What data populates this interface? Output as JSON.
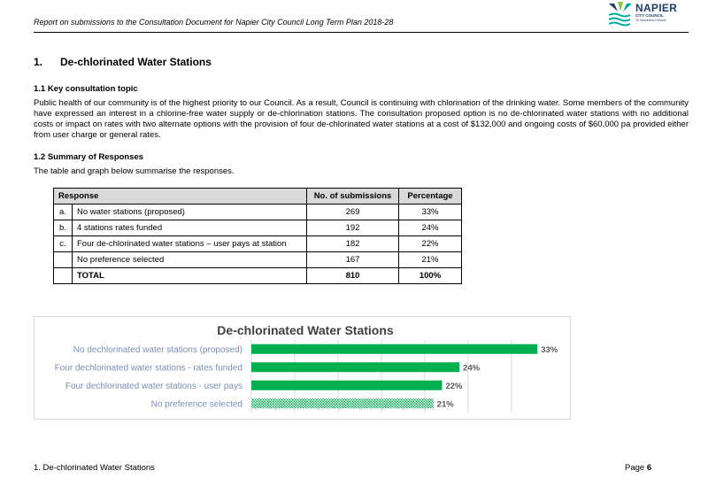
{
  "header": {
    "title": "Report on submissions to the Consultation Document for Napier City Council Long Term Plan 2018-28",
    "logo_word": "NAPIER",
    "logo_sub": "CITY COUNCIL",
    "logo_tagline": "Te Kaunihera o Ahuriri"
  },
  "section": {
    "number": "1.",
    "title": "De-chlorinated Water Stations"
  },
  "topic": {
    "heading": "1.1 Key consultation topic",
    "text": "Public health of our community is of the highest priority to our Council.  As a result, Council is continuing with chlorination of the drinking water. Some members of the community have expressed an interest in a chlorine-free water supply or de-chlorination stations.  The consultation proposed option is no de-chlorinated water stations with no additional costs or impact on rates with two alternate options with the provision of four de-chlorinated water stations at a cost of $132,000 and ongoing costs of $60,000 pa provided either from user charge or general rates."
  },
  "summary": {
    "heading": "1.2 Summary of Responses",
    "text": "The table and graph below summarise the responses."
  },
  "table": {
    "headers": [
      "Response",
      "No. of submissions",
      "Percentage"
    ],
    "rows": [
      {
        "letter": "a.",
        "label": "No water stations (proposed)",
        "count": "269",
        "pct": "33%"
      },
      {
        "letter": "b.",
        "label": "4 stations rates funded",
        "count": "192",
        "pct": "24%"
      },
      {
        "letter": "c.",
        "label": "Four de-chlorinated water stations – user pays at station",
        "count": "182",
        "pct": "22%"
      },
      {
        "letter": "",
        "label": "No preference selected",
        "count": "167",
        "pct": "21%"
      },
      {
        "letter": "",
        "label": "TOTAL",
        "count": "810",
        "pct": "100%"
      }
    ]
  },
  "chart_data": {
    "type": "bar",
    "orientation": "horizontal",
    "title": "De-chlorinated Water Stations",
    "categories": [
      "No dechlorinated water stations (proposed)",
      "Four dechlorinated water stations - rates funded",
      "Four dechlorinated water stations - user pays",
      "No preference selected"
    ],
    "values": [
      33,
      24,
      22,
      21
    ],
    "data_labels": [
      "33%",
      "24%",
      "22%",
      "21%"
    ],
    "bar_styles": [
      "solid",
      "solid",
      "solid",
      "hatched"
    ],
    "bar_color": "#00b050",
    "xlim": [
      0,
      34
    ],
    "gridlines": [
      0,
      5,
      10,
      15,
      20,
      25,
      30
    ],
    "grid": true,
    "label_color": "#7b8fb6",
    "title_color": "#404040",
    "data_label_color": "#595959"
  },
  "footer": {
    "left": "1.  De-chlorinated Water Stations",
    "page_label": "Page ",
    "page_number": "6"
  }
}
